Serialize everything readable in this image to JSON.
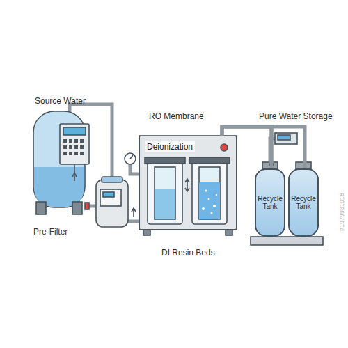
{
  "diagram": {
    "nodes": [
      {
        "text": [
          "Deionization"
        ]
      },
      {
        "text": [
          "Recycle Tank"
        ]
      },
      {
        "text": [
          "Recycle Tank"
        ]
      }
    ],
    "edges": [
      {
        "from": 0,
        "to": 1,
        "arrow": "to"
      },
      {
        "from": 0,
        "to": 2,
        "arrow": "none"
      },
      {
        "from": 0,
        "to": 1,
        "arrow": "none"
      }
    ],
    "labels": [
      "Source Water",
      "Pre-Filter",
      "RO Membrane",
      "DI Resin Beds",
      "Pure Water Storage",
      "#1979981918"
    ]
  }
}
